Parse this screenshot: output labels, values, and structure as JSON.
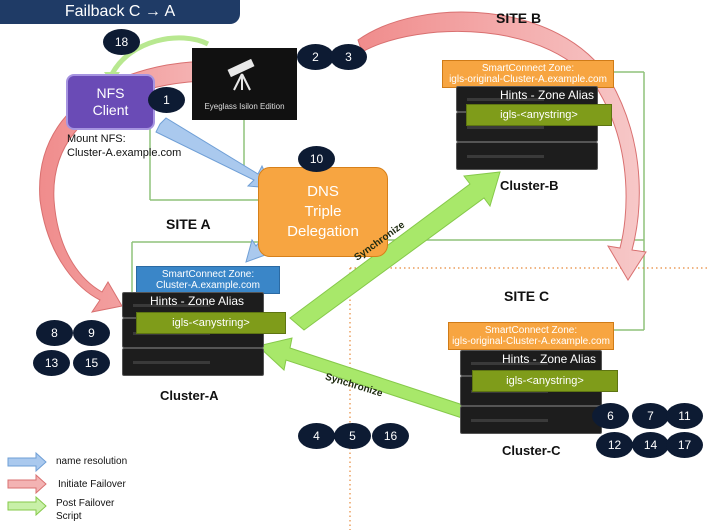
{
  "title": "Failback C → A",
  "sites": {
    "site_a": "SITE A",
    "site_b": "SITE B",
    "site_c": "SITE C"
  },
  "nfs_client": {
    "line1": "NFS",
    "line2": "Client"
  },
  "mount": {
    "line1": "Mount NFS:",
    "line2": "Cluster-A.example.com"
  },
  "eyeglass": {
    "caption": "Eyeglass Isilon Edition",
    "icon": "telescope-icon"
  },
  "dns": {
    "line1": "DNS",
    "line2": "Triple",
    "line3": "Delegation"
  },
  "cluster_a": {
    "zone_line1": "SmartConnect Zone:",
    "zone_line2": "Cluster-A.example.com",
    "hints": "Hints - Zone Alias",
    "igls": "igls-<anystring>",
    "label": "Cluster-A"
  },
  "cluster_b": {
    "zone_line1": "SmartConnect Zone:",
    "zone_line2": "igls-original-Cluster-A.example.com",
    "hints": "Hints - Zone Alias",
    "igls": "igls-<anystring>",
    "label": "Cluster-B"
  },
  "cluster_c": {
    "zone_line1": "SmartConnect Zone:",
    "zone_line2": "igls-original-Cluster-A.example.com",
    "hints": "Hints - Zone Alias",
    "igls": "igls-<anystring>",
    "label": "Cluster-C"
  },
  "sync": {
    "upper": "Synchronize",
    "lower": "Synchronize"
  },
  "steps": [
    "18",
    "1",
    "2",
    "3",
    "10",
    "8",
    "9",
    "13",
    "15",
    "4",
    "5",
    "16",
    "6",
    "7",
    "11",
    "12",
    "14",
    "17"
  ],
  "legend": {
    "name_resolution": "name resolution",
    "initiate_failover": "Initiate Failover",
    "post_failover_1": "Post Failover",
    "post_failover_2": "Script"
  },
  "colors": {
    "blue_arrow": "#aac9ee",
    "red_arrow": "#f0a5a5",
    "green_arrow": "#a8e86a",
    "title_bar": "#1f3b66",
    "step_circle": "#0d1b33",
    "orange": "#f7a541",
    "purple": "#6a4bb6",
    "olive": "#7f9c1a"
  }
}
